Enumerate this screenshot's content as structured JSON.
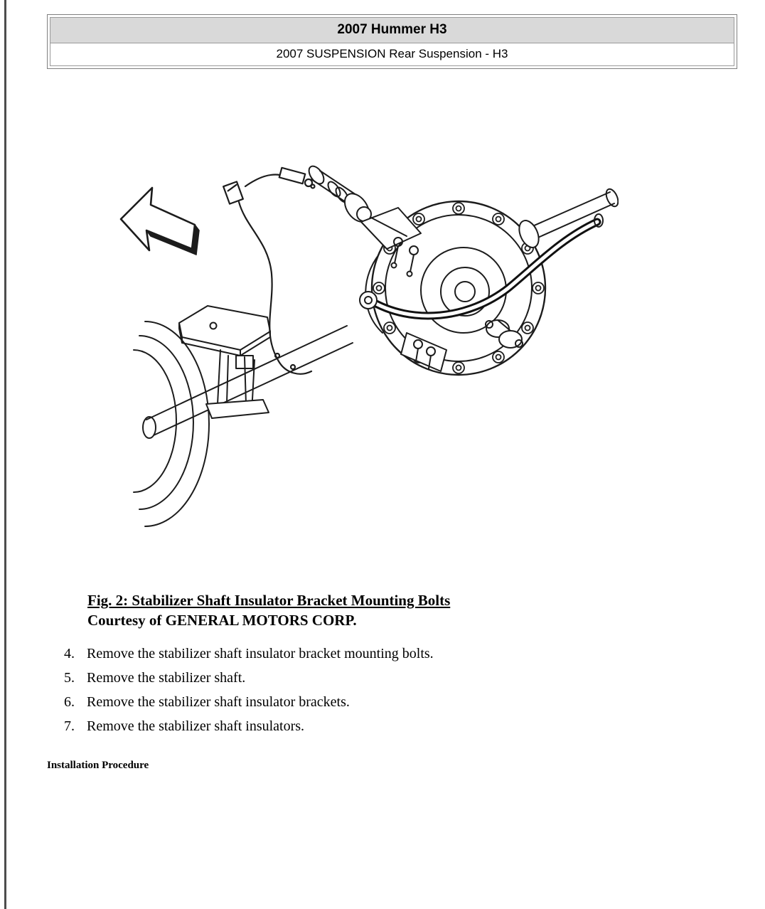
{
  "header": {
    "title": "2007 Hummer H3",
    "subtitle": "2007 SUSPENSION Rear Suspension - H3"
  },
  "figure": {
    "caption_title": "Fig. 2: Stabilizer Shaft Insulator Bracket Mounting Bolts",
    "caption_credit": "Courtesy of GENERAL MOTORS CORP.",
    "description": "Line drawing of rear axle assembly showing stabilizer shaft insulator bracket mounting bolts, with direction arrow pointing to front of vehicle"
  },
  "steps": [
    {
      "num": "4.",
      "text": "Remove the stabilizer shaft insulator bracket mounting bolts."
    },
    {
      "num": "5.",
      "text": "Remove the stabilizer shaft."
    },
    {
      "num": "6.",
      "text": "Remove the stabilizer shaft insulator brackets."
    },
    {
      "num": "7.",
      "text": "Remove the stabilizer shaft insulators."
    }
  ],
  "section": {
    "heading": "Installation Procedure"
  },
  "colors": {
    "header_bg": "#d9d9d9",
    "line": "#1c1c1c"
  }
}
